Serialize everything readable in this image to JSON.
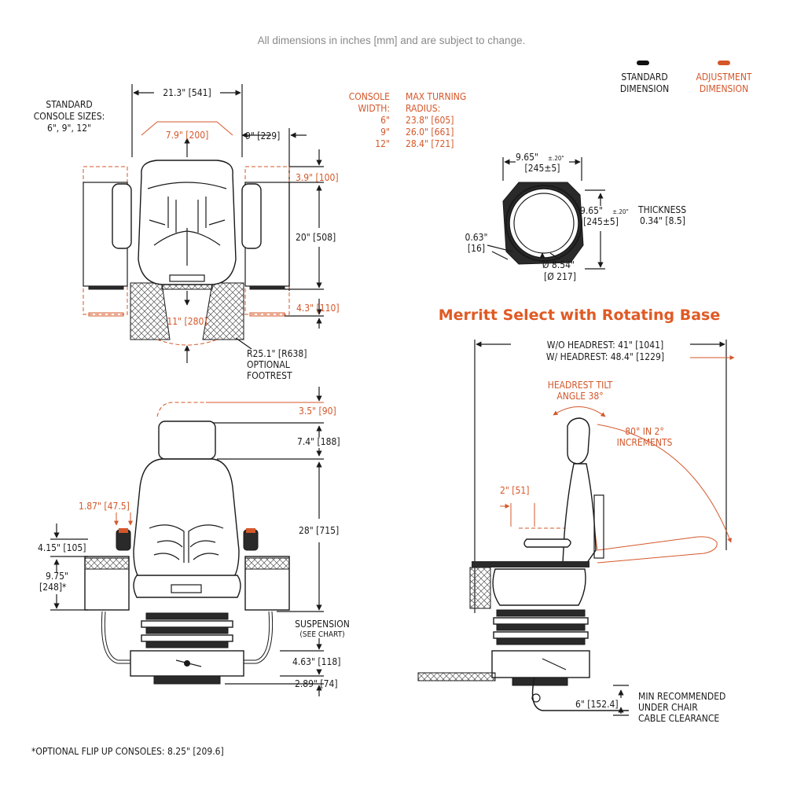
{
  "note": "All dimensions in inches [mm] and are subject to change.",
  "legend": {
    "standard": [
      "STANDARD",
      "DIMENSION"
    ],
    "adjustment": [
      "ADJUSTMENT",
      "DIMENSION"
    ],
    "standard_color": "#111111",
    "adjustment_color": "#d4572a"
  },
  "top_view": {
    "console_sizes": [
      "STANDARD",
      "CONSOLE SIZES:",
      "6\", 9\", 12\""
    ],
    "overall_width": "21.3\" [541]",
    "inner_width": "7.9\" [200]",
    "console_offset": "9\" [229]",
    "armrest_depth": "3.9\" [100]",
    "seat_depth": "20\" [508]",
    "slide": "11\" [280]",
    "console_rear": "4.3\" [110]",
    "footrest": [
      "R25.1\" [R638]",
      "OPTIONAL",
      "FOOTREST"
    ]
  },
  "console_table": {
    "header_left": [
      "CONSOLE",
      "WIDTH:"
    ],
    "header_right": [
      "MAX TURNING",
      "RADIUS:"
    ],
    "rows": [
      {
        "width": "6\"",
        "radius": "23.8\" [605]"
      },
      {
        "width": "9\"",
        "radius": "26.0\" [661]"
      },
      {
        "width": "12\"",
        "radius": "28.4\" [721]"
      }
    ]
  },
  "base_plate": {
    "width": [
      "9.65\"",
      "±.20\"",
      "[245±5]"
    ],
    "height": [
      "9.65\"",
      "±.20\"",
      "[245±5]"
    ],
    "thickness": [
      "THICKNESS",
      "0.34\" [8.5]"
    ],
    "hole": [
      "0.63\"",
      "[16]"
    ],
    "diameter": [
      "Ø 8.54\"",
      "[Ø 217]"
    ]
  },
  "product_title": "Merritt Select with Rotating Base",
  "front_view": {
    "headrest_adjust": "3.5\" [90]",
    "headrest_height": "7.4\" [188]",
    "back_height": "28\" [715]",
    "joystick_adjust": "1.87\" [47.5]",
    "joystick_height": "4.15\" [105]",
    "console_height": [
      "9.75\"",
      "[248]*"
    ],
    "suspension": [
      "SUSPENSION",
      "(SEE CHART)"
    ],
    "base_height": "4.63\" [118]",
    "plate_height": "2.89\" [74]"
  },
  "side_view": {
    "length_wo": "W/O HEADREST: 41\" [1041]",
    "length_w": "W/ HEADREST: 48.4\" [1229]",
    "headrest_tilt": [
      "HEADREST TILT",
      "ANGLE 38°"
    ],
    "recline": [
      "80° IN 2°",
      "INCREMENTS"
    ],
    "armrest_adjust": "2\" [51]",
    "cable": "6\" [152.4]",
    "cable_note": [
      "MIN RECOMMENDED",
      "UNDER CHAIR",
      "CABLE CLEARANCE"
    ]
  },
  "footnote": "*OPTIONAL FLIP UP CONSOLES: 8.25\" [209.6]"
}
